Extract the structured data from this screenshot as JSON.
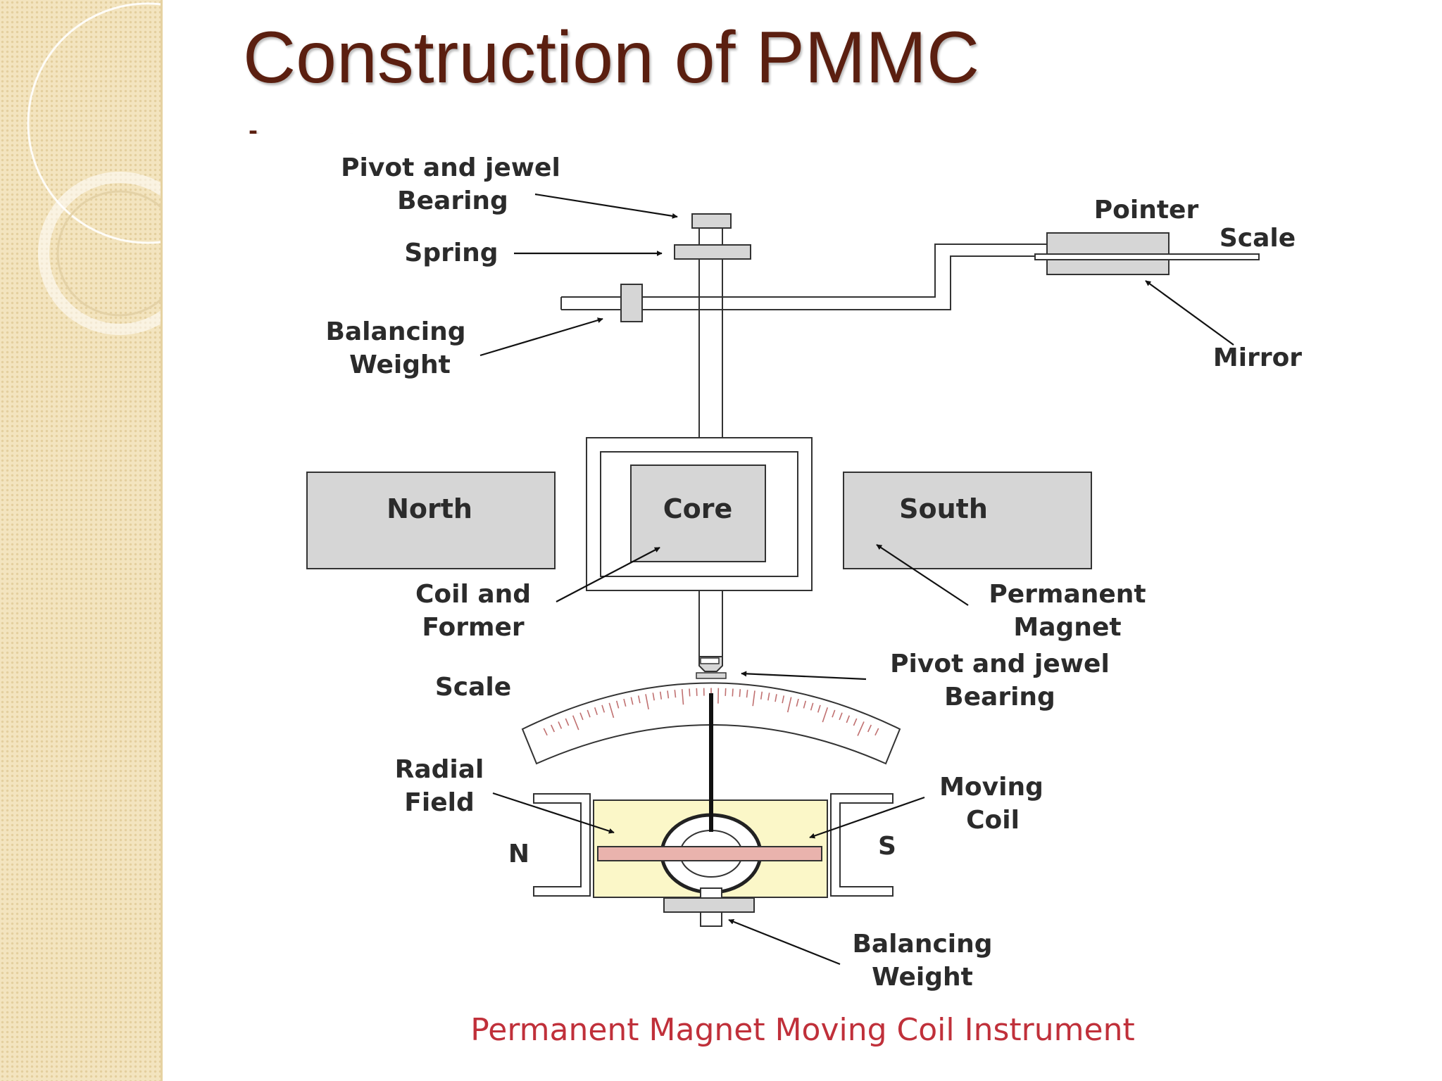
{
  "slide": {
    "title_line1": "Construction of PMMC",
    "title_line2": "Instrument"
  },
  "diagram": {
    "labels": {
      "pivot_top_1": "Pivot and jewel",
      "pivot_top_2": "Bearing",
      "spring": "Spring",
      "balancing_top_1": "Balancing",
      "balancing_top_2": "Weight",
      "pointer": "Pointer",
      "scale_top": "Scale",
      "mirror": "Mirror",
      "north": "North",
      "core": "Core",
      "south": "South",
      "coil_former_1": "Coil and",
      "coil_former_2": "Former",
      "permanent_magnet_1": "Permanent",
      "permanent_magnet_2": "Magnet",
      "pivot_mid_1": "Pivot and jewel",
      "pivot_mid_2": "Bearing",
      "scale_mid": "Scale",
      "radial_field_1": "Radial",
      "radial_field_2": "Field",
      "moving_coil_1": "Moving",
      "moving_coil_2": "Coil",
      "pole_n": "N",
      "pole_s": "S",
      "balancing_bottom_1": "Balancing",
      "balancing_bottom_2": "Weight"
    },
    "caption": "Permanent Magnet Moving Coil Instrument",
    "colors": {
      "title": "#5b1f10",
      "caption": "#c0303a",
      "magnet_fill": "#d6d6d6",
      "field_fill": "#fbf7c8",
      "coil_bar": "#e9b3ad"
    }
  }
}
